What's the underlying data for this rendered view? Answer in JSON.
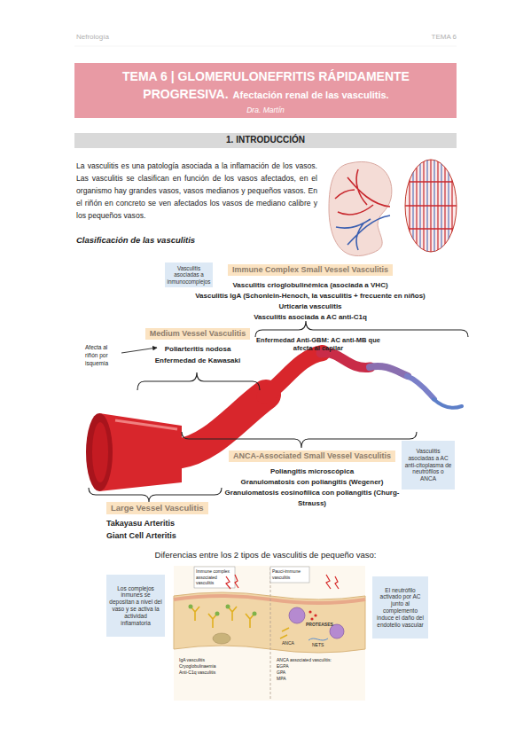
{
  "diagram": {
    "title": "TEMA 6 | GLOMERULONEFRITIS RÁPIDAMENTE PROGRESIVA.",
    "nodes": [
      {
        "text": [
          "Vasculitis asociadas a inmunocomplejos"
        ]
      },
      {
        "text": [
          "Immune Complex Small Vessel Vasculitis",
          "Vasculitis crioglobulinémica (asociada a VHC)",
          "Vasculitis IgA (Schonlein-Henoch, la vasculitis + frecuente en niños)",
          "Urticaria vasculitis",
          "Vasculitis asociada a AC anti-C1q"
        ]
      },
      {
        "text": [
          "Medium Vessel Vasculitis",
          "Poliarteritis nodosa",
          "Enfermedad de Kawasaki"
        ]
      },
      {
        "text": [
          "ANCA-Associated Small Vessel Vasculitis",
          "Poliangitis microscópica",
          "Granulomatosis con poliangitis (Wegener)",
          "Granulomatosis eosinofílica con poliangitis (Churg-Strauss)"
        ]
      },
      {
        "text": [
          "Vasculitis asociadas a AC anti-citoplasma de neutrófilos o ANCA"
        ]
      },
      {
        "text": [
          "Large Vessel Vasculitis",
          "Takayasu Arteritis",
          "Giant Cell Arteritis"
        ]
      },
      {
        "text": [
          "Los complejos inmunes se depositan a nivel del vaso y se activa la actividad inflamatoria"
        ]
      },
      {
        "text": [
          "El neutrófilo activado por AC junto al complemento induce el daño del endotelio vascular"
        ]
      }
    ],
    "labels": [
      "Nefrología",
      "TEMA 6",
      "Afectación renal de las vasculitis.",
      "Dra. Martín",
      "1. INTRODUCCIÓN",
      "La vasculitis es una patología asociada a la inflamación de los vasos. Las vasculitis se clasifican en función de los vasos afectados, en el organismo hay grandes vasos, vasos medianos y pequeños vasos. En el riñón en concreto se ven afectados los vasos de mediano calibre y los pequeños vasos.",
      "Clasificación de las vasculitis",
      "Afecta al riñón por isquemia",
      "Enfermedad Anti-GBM: AC anti-MB que afecta al capilar",
      "Diferencias entre los 2 tipos de vasculitis de pequeño vaso:",
      "Immune complex associated vasculitis",
      "Pauci-immune vasculitis",
      "PROTEASES",
      "ANCA",
      "NETS",
      "IgA vasculitis",
      "Cryoglobulinaemia",
      "Anti-C1q vasculitis",
      "ANCA associated vasculitis:",
      "EGPA",
      "GPA",
      "MPA"
    ]
  }
}
